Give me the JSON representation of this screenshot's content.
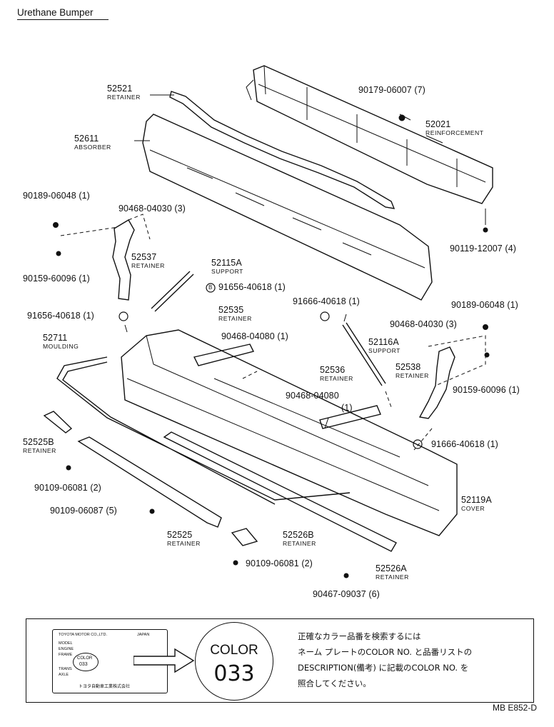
{
  "title": "Urethane Bumper",
  "sheet_code": "MB E852-D",
  "parts": {
    "p52521": {
      "number": "52521",
      "name": "RETAINER"
    },
    "p90179": {
      "number": "90179-06007 (7)"
    },
    "p52021": {
      "number": "52021",
      "name": "REINFORCEMENT"
    },
    "p52611": {
      "number": "52611",
      "name": "ABSORBER"
    },
    "p90189a": {
      "number": "90189-06048 (1)"
    },
    "p90468a": {
      "number": "90468-04030 (3)"
    },
    "p90119": {
      "number": "90119-12007 (4)"
    },
    "p52537": {
      "number": "52537",
      "name": "RETAINER"
    },
    "p52115A": {
      "number": "52115A",
      "name": "SUPPORT"
    },
    "p90159a": {
      "number": "90159-60096 (1)"
    },
    "p91656a": {
      "number": "91656-40618 (1)"
    },
    "p91656b": {
      "number": "91656-40618 (1)"
    },
    "p91666a": {
      "number": "91666-40618 (1)"
    },
    "p52535": {
      "number": "52535",
      "name": "RETAINER"
    },
    "p90189b": {
      "number": "90189-06048 (1)"
    },
    "p90468b": {
      "number": "90468-04080 (1)"
    },
    "p90468c": {
      "number": "90468-04030 (3)"
    },
    "p52711": {
      "number": "52711",
      "name": "MOULDING"
    },
    "p52116A": {
      "number": "52116A",
      "name": "SUPPORT"
    },
    "p52536": {
      "number": "52536",
      "name": "RETAINER"
    },
    "p52538": {
      "number": "52538",
      "name": "RETAINER"
    },
    "p90468d": {
      "number": "90468-04080"
    },
    "p90468d_qty": {
      "number": "(1)"
    },
    "p90159b": {
      "number": "90159-60096 (1)"
    },
    "p52525B": {
      "number": "52525B",
      "name": "RETAINER"
    },
    "p91666b": {
      "number": "91666-40618 (1)"
    },
    "p90109a": {
      "number": "90109-06081 (2)"
    },
    "p52119A": {
      "number": "52119A",
      "name": "COVER"
    },
    "p90109b": {
      "number": "90109-06087 (5)"
    },
    "p52525": {
      "number": "52525",
      "name": "RETAINER"
    },
    "p52526B": {
      "number": "52526B",
      "name": "RETAINER"
    },
    "p90109c": {
      "number": "90109-06081 (2)"
    },
    "p52526A": {
      "number": "52526A",
      "name": "RETAINER"
    },
    "p90467": {
      "number": "90467-09037 (6)"
    }
  },
  "clip_mark": "B",
  "note": {
    "plate_maker": "TOYOTA MOTOR CO.,LTD.",
    "plate_country": "JAPAN",
    "plate_model": "MODEL",
    "plate_engine": "ENGINE",
    "plate_frame": "FRAME",
    "plate_color_label": "COLOR",
    "plate_color_code": "033",
    "plate_trans": "TRANS",
    "plate_axle": "AXLE",
    "plate_footer": "トヨタ自動車工業株式会社",
    "big_color_label": "COLOR",
    "big_color_code": "033",
    "text_line1": "正確なカラー品番を検索するには",
    "text_line2": "ネーム プレートのCOLOR NO. と品番リストの",
    "text_line3": "DESCRIPTION(備考) に記載のCOLOR NO. を",
    "text_line4": "照合してください。"
  }
}
